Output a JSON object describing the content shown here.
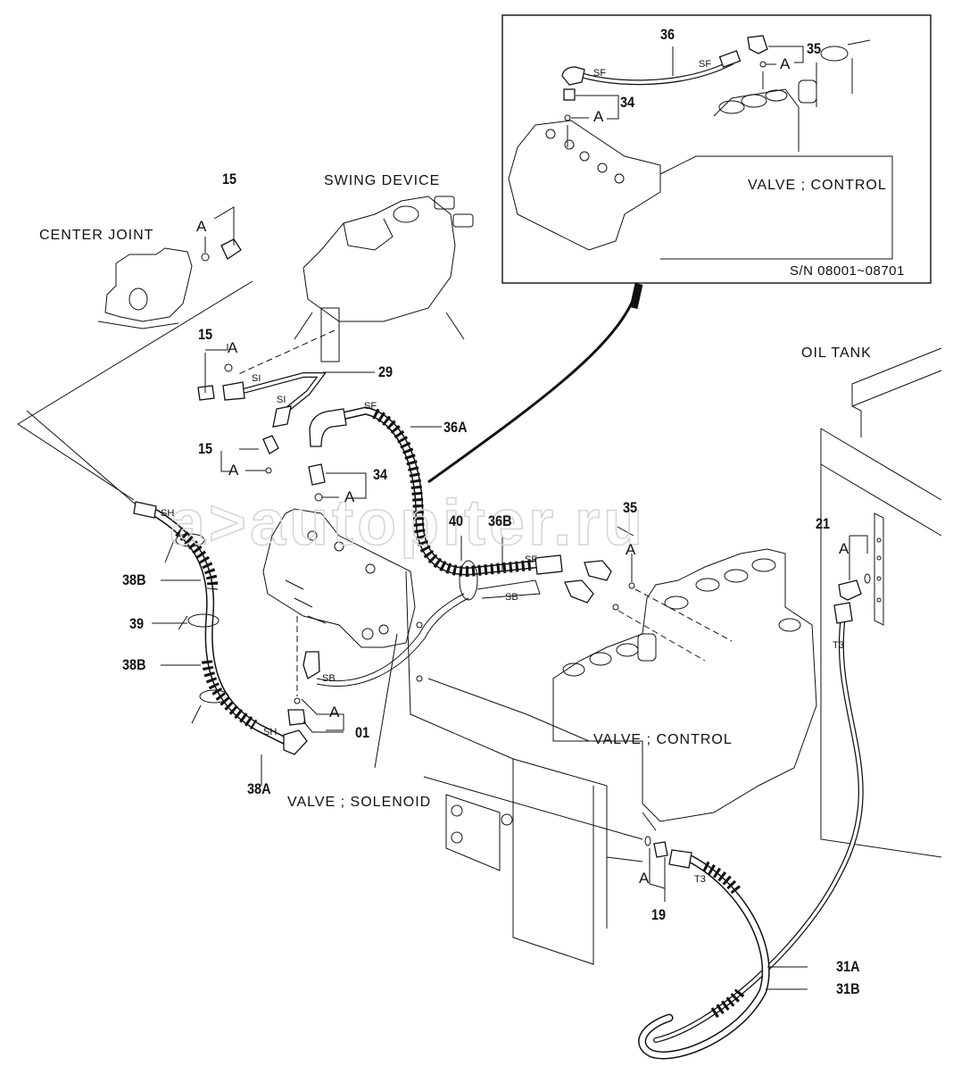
{
  "diagram": {
    "type": "hydraulic piping parts diagram",
    "inset": {
      "serial_range": "S/N 08001~08701",
      "component_label": "VALVE ; CONTROL",
      "part_numbers": [
        "36",
        "35",
        "34"
      ],
      "hose_end_codes": [
        "SF",
        "SF"
      ],
      "seal_letters": [
        "A",
        "A"
      ]
    },
    "components": {
      "center_joint": "CENTER JOINT",
      "swing_device": "SWING DEVICE",
      "oil_tank": "OIL TANK",
      "valve_control": "VALVE ; CONTROL",
      "valve_solenoid": "VALVE ; SOLENOID"
    },
    "part_labels": {
      "p15_top": "15",
      "p15_mid": "15",
      "p15_low": "15",
      "p29": "29",
      "p36A": "36A",
      "p34": "34",
      "p40": "40",
      "p36B": "36B",
      "p35": "35",
      "p21": "21",
      "p38B_1": "38B",
      "p39": "39",
      "p38B_2": "38B",
      "p01": "01",
      "p38A": "38A",
      "p19": "19",
      "p31A": "31A",
      "p31B": "31B"
    },
    "seal_letter": "A",
    "hose_end_codes": {
      "SI": "SI",
      "SF": "SF",
      "SH": "SH",
      "SB": "SB",
      "T3": "T3"
    },
    "watermark": "a>autopiter.ru"
  }
}
